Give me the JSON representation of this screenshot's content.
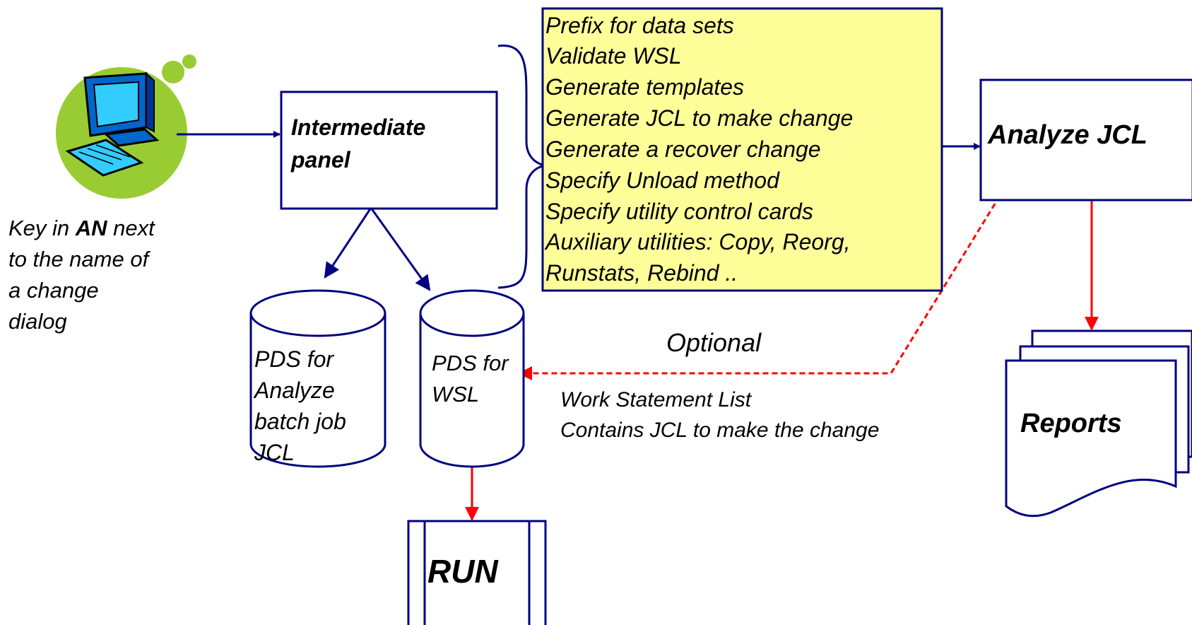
{
  "colors": {
    "navy": "#000080",
    "red": "#ff0000",
    "note_fill": "#ffff99",
    "computer_blob": "#99cc33"
  },
  "icons": {
    "computer": "computer-icon"
  },
  "user_note": {
    "lines": [
      [
        {
          "text": "Key in ",
          "bold": false
        },
        {
          "text": "AN",
          "bold": true
        },
        {
          "text": " next",
          "bold": false
        }
      ],
      [
        {
          "text": "to the name of",
          "bold": false
        }
      ],
      [
        {
          "text": "a change",
          "bold": false
        }
      ],
      [
        {
          "text": "dialog",
          "bold": false
        }
      ]
    ]
  },
  "intermediate_panel": {
    "line1": "Intermediate",
    "line2": "panel"
  },
  "options_note": {
    "lines": [
      "Prefix for data sets",
      "Validate WSL",
      "Generate templates",
      "Generate JCL to make change",
      "Generate a recover change",
      "Specify Unload method",
      "Specify utility control cards",
      "Auxiliary utilities: Copy, Reorg,",
      "Runstats, Rebind .."
    ]
  },
  "analyze_jcl": {
    "label": "Analyze JCL"
  },
  "pds_analyze": {
    "lines": [
      "PDS for",
      "Analyze",
      "batch job",
      "JCL"
    ]
  },
  "pds_wsl": {
    "lines": [
      "PDS for",
      "WSL"
    ]
  },
  "optional_label": "Optional",
  "wsl_note": {
    "line1": "Work Statement List",
    "line2": "Contains JCL to make the change"
  },
  "reports": {
    "label": "Reports"
  },
  "run": {
    "label": "RUN"
  }
}
